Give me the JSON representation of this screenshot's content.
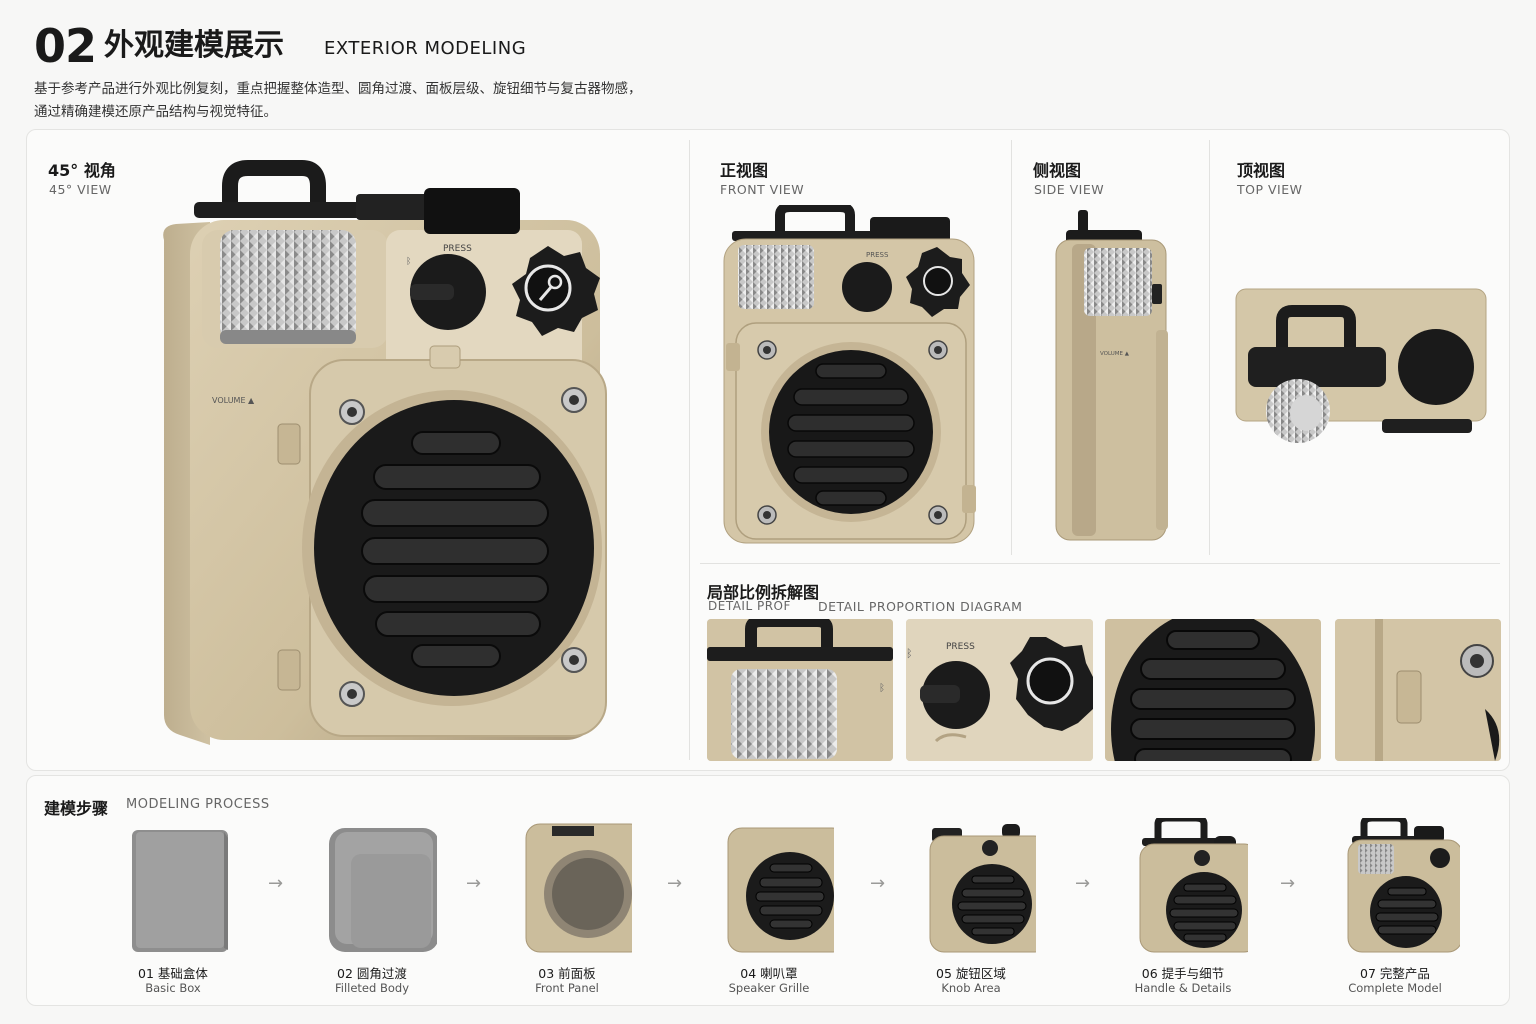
{
  "header": {
    "number": "02",
    "title_cn": "外观建模展示",
    "title_en": "EXTERIOR MODELING",
    "desc_line1": "基于参考产品进行外观比例复刻，重点把握整体造型、圆角过渡、面板层级、旋钮细节与复古器物感，",
    "desc_line2": "通过精确建模还原产品结构与视觉特征。"
  },
  "views": {
    "v45": {
      "cn": "45° 视角",
      "en": "45° VIEW"
    },
    "front": {
      "cn": "正视图",
      "en": "FRONT VIEW"
    },
    "side": {
      "cn": "侧视图",
      "en": "SIDE VIEW"
    },
    "top": {
      "cn": "顶视图",
      "en": "TOP VIEW"
    }
  },
  "device": {
    "press_label": "PRESS",
    "volume_label": "VOLUME ▲"
  },
  "detail": {
    "cn": "局部比例拆解图",
    "en_clipped": "DETAIL PROF",
    "en": "DETAIL PROPORTION DIAGRAM"
  },
  "process": {
    "cn": "建模步骤",
    "en": "MODELING PROCESS",
    "steps": [
      {
        "cn": "01 基础盒体",
        "en": "Basic Box"
      },
      {
        "cn": "02 圆角过渡",
        "en": "Filleted Body"
      },
      {
        "cn": "03 前面板",
        "en": "Front Panel"
      },
      {
        "cn": "04 喇叭罩",
        "en": "Speaker Grille"
      },
      {
        "cn": "05 旋钮区域",
        "en": "Knob Area"
      },
      {
        "cn": "06 提手与细节",
        "en": "Handle & Details"
      },
      {
        "cn": "07 完整产品",
        "en": "Complete Model"
      }
    ],
    "arrow": "→"
  },
  "colors": {
    "body_gold": "#d2c4a4",
    "body_shadow": "#b3a27e",
    "grille_black": "#151515",
    "knurl_silver": "#b9b9b9",
    "gray_box": "#8f8f8f"
  }
}
